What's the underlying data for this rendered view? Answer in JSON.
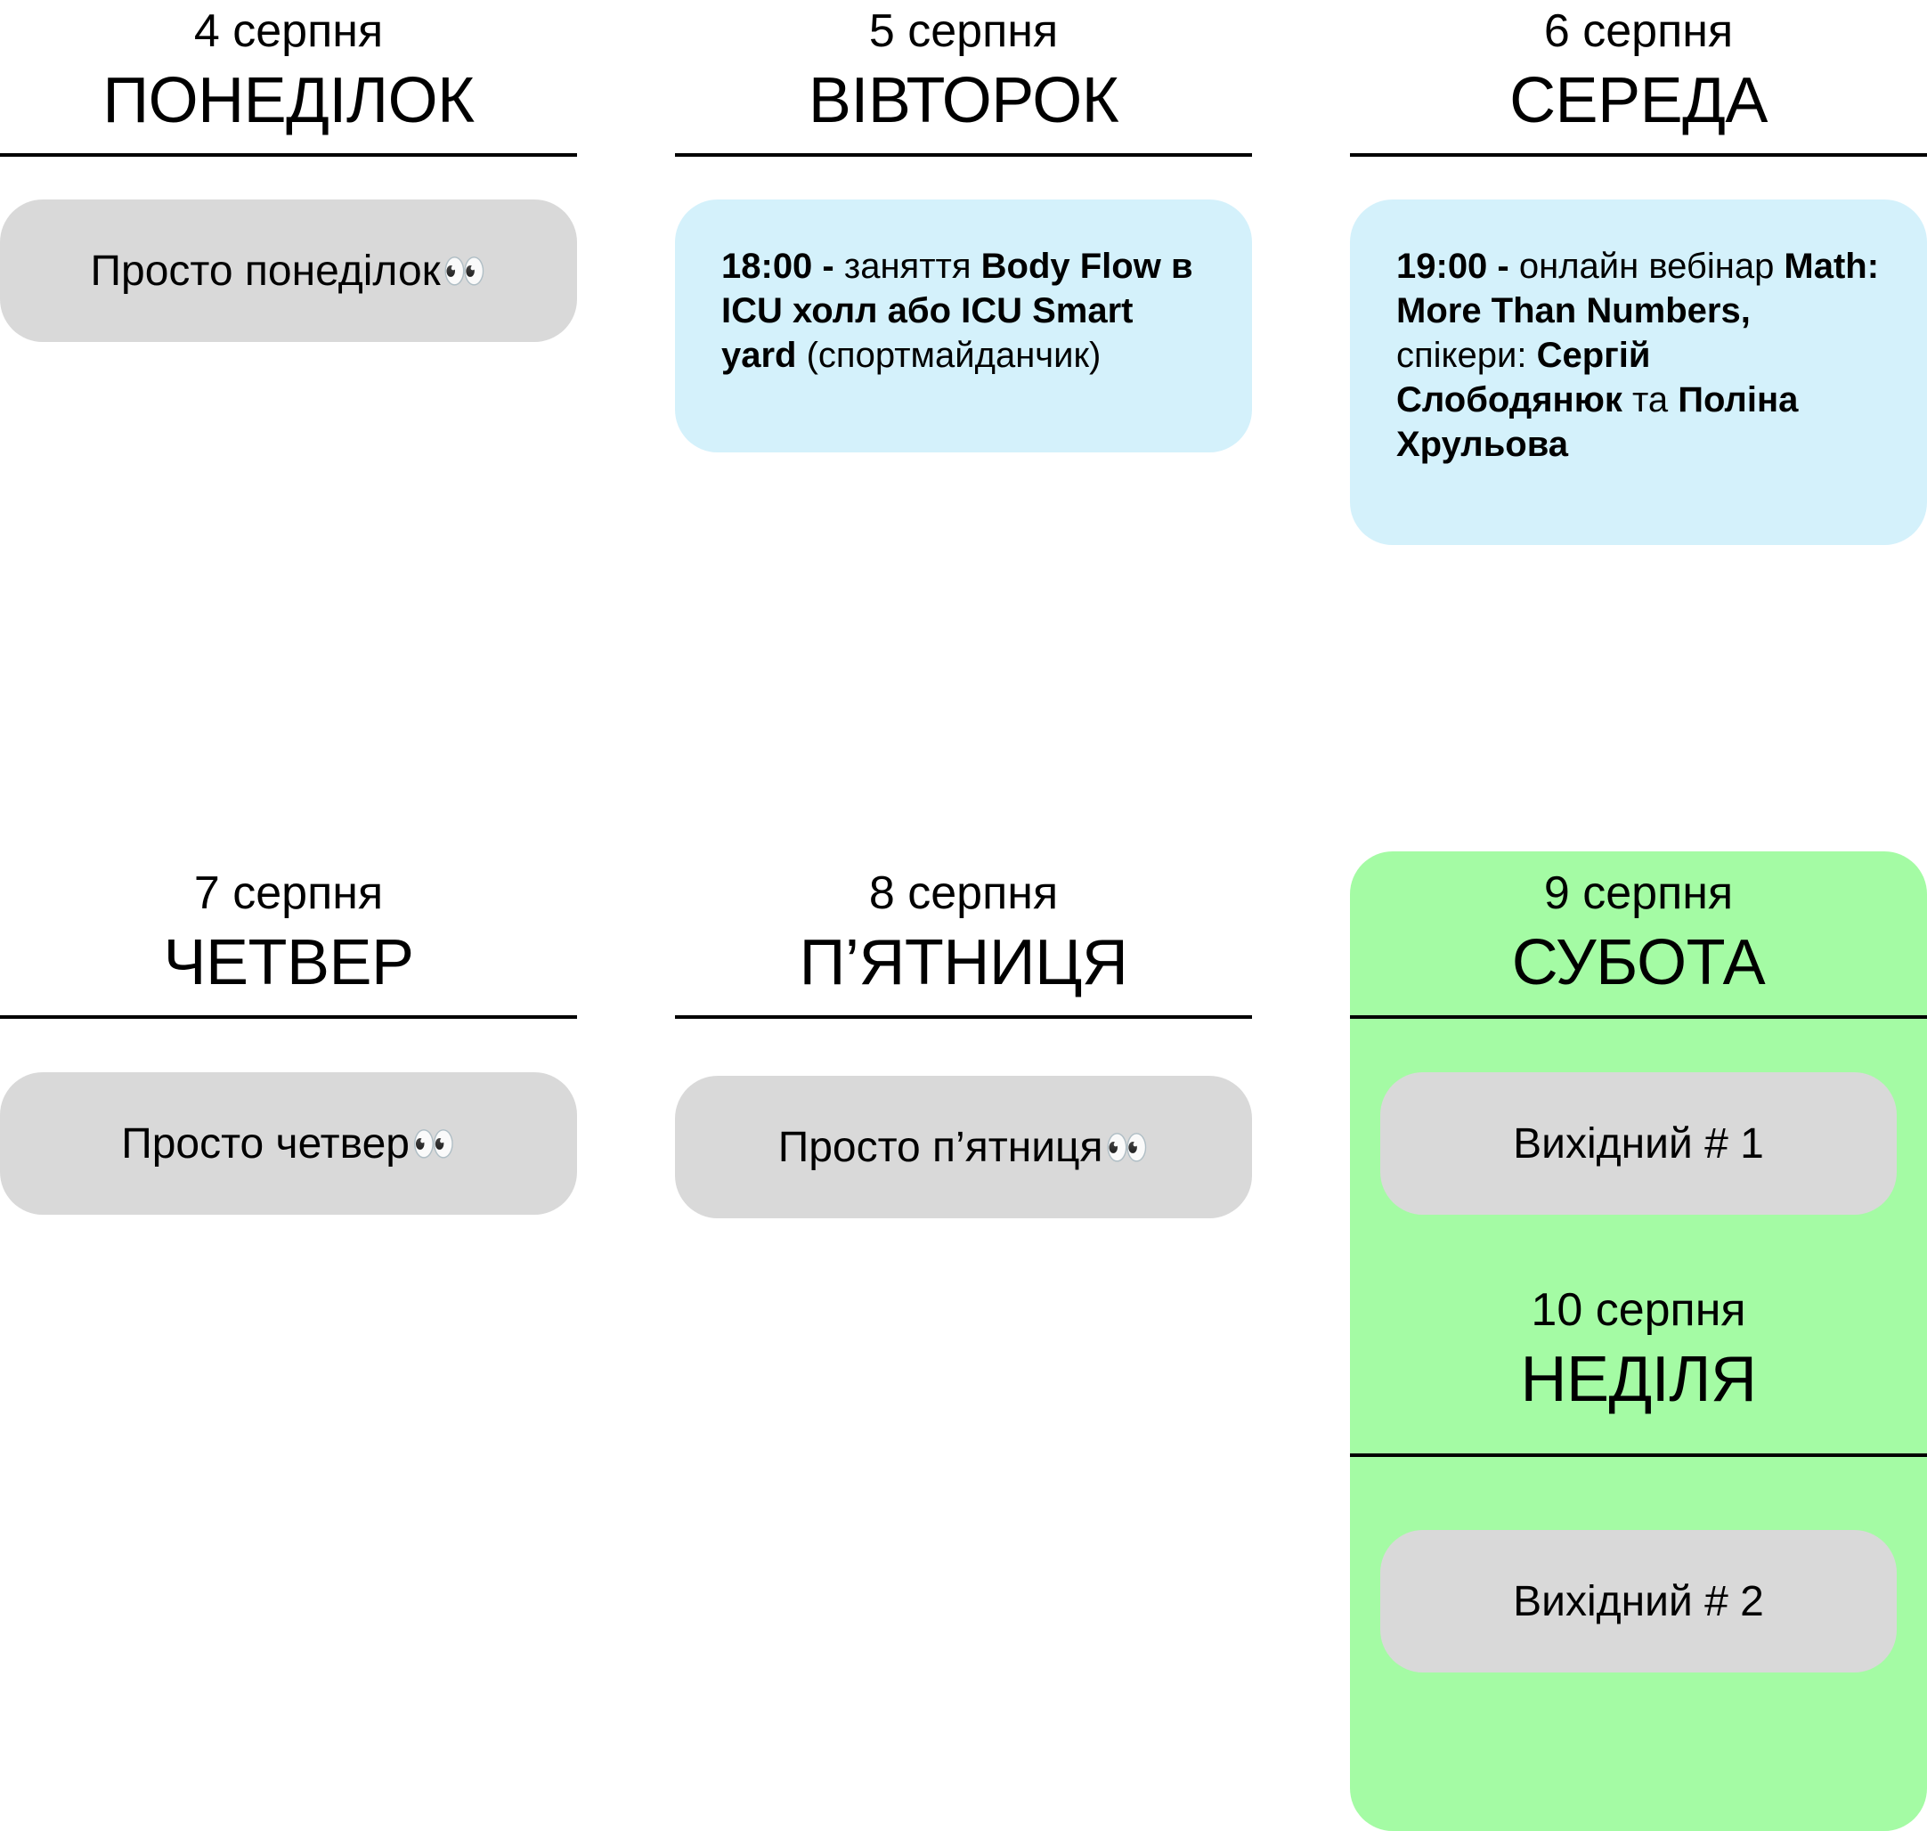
{
  "days": {
    "mon": {
      "date": "4 серпня",
      "dow": "ПОНЕДІЛОК",
      "card": "Просто понеділок",
      "emoji": "👀"
    },
    "tue": {
      "date": "5 серпня",
      "dow": "ВІВТОРОК",
      "card": {
        "time": "18:00 -",
        "text1": " заняття ",
        "bold1": "Body Flow в ICU холл або ICU Smart yard",
        "text2": "  (спортмайданчик)"
      }
    },
    "wed": {
      "date": "6 серпня",
      "dow": "СЕРЕДА",
      "card": {
        "time": "19:00 -",
        "text1": " онлайн вебінар ",
        "bold1": "Math: More Than Numbers,",
        "text2": " спікери: ",
        "bold2": "Сергій Слободянюк",
        "text3": " та ",
        "bold3": "Поліна Хрульова"
      }
    },
    "thu": {
      "date": "7 серпня",
      "dow": "ЧЕТВЕР",
      "card": "Просто четвер",
      "emoji": "👀"
    },
    "fri": {
      "date": "8 серпня",
      "dow": "П’ЯТНИЦЯ",
      "card": "Просто п’ятниця",
      "emoji": "👀"
    },
    "sat": {
      "date": "9 серпня",
      "dow": "СУБОТА",
      "card": "Вихідний # 1"
    },
    "sun": {
      "date": "10 серпня",
      "dow": "НЕДІЛЯ",
      "card": "Вихідний # 2"
    }
  },
  "colors": {
    "gray_card": "#d9d9d9",
    "blue_card": "#d4f1fb",
    "weekend_bg": "#a4fba4"
  },
  "icons": {
    "eyes": "eyes-emoji-icon"
  }
}
